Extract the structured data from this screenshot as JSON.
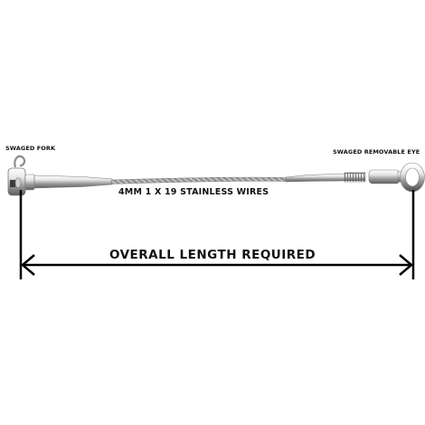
{
  "diagram": {
    "left_fitting_label": "SWAGED FORK",
    "right_fitting_label": "SWAGED REMOVABLE EYE",
    "wire_label": "4MM 1 X 19 STAINLESS WIRES",
    "dimension_label": "OVERALL LENGTH REQUIRED"
  },
  "colors": {
    "background": "#ffffff",
    "steel_light": "#f2f2f2",
    "steel_mid": "#bdbdbd",
    "steel_dark": "#6e6e6e",
    "dimension_line": "#000000",
    "text": "#111111"
  }
}
